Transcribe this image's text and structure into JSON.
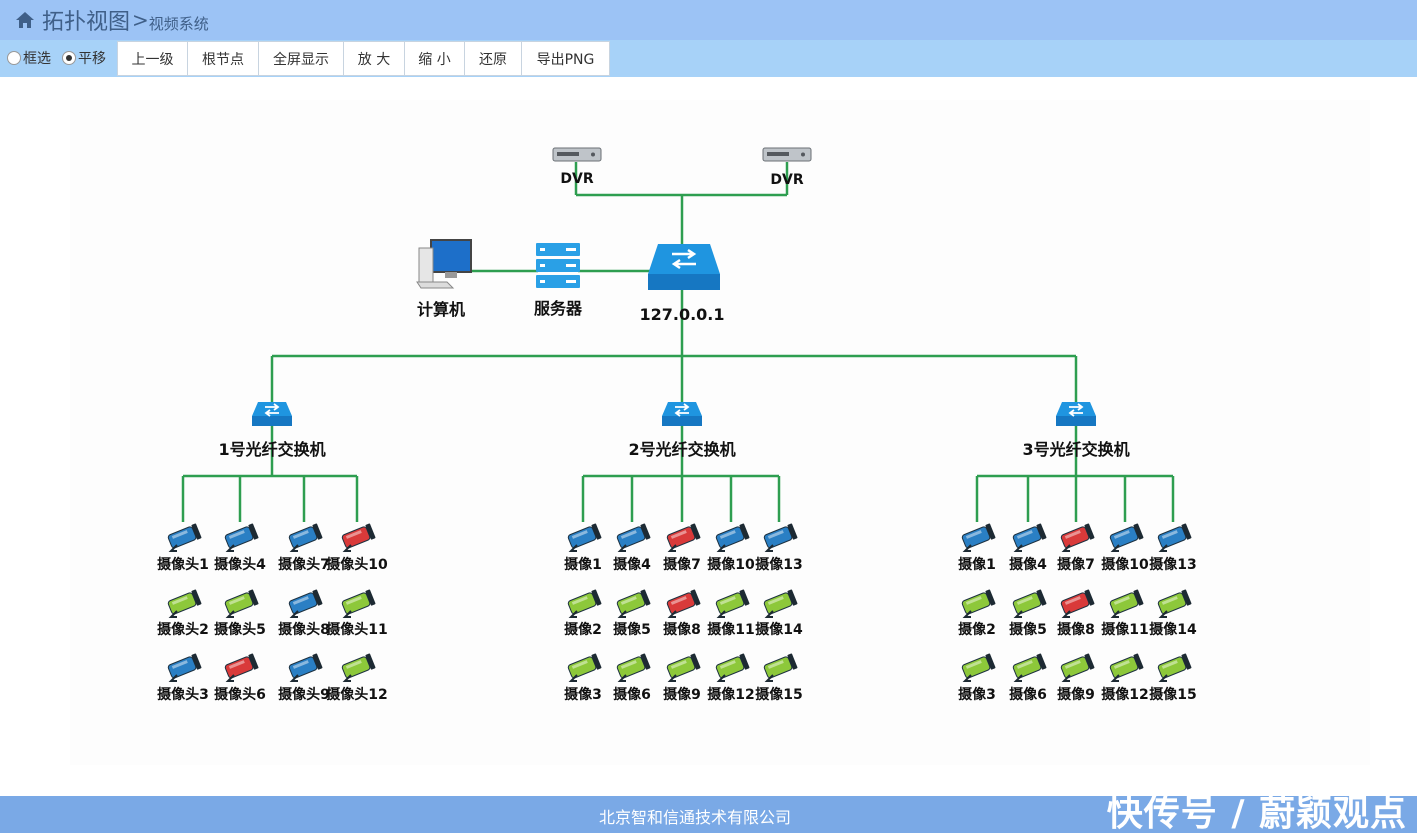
{
  "header": {
    "icon": "home-icon",
    "title": "拓扑视图",
    "separator": ">",
    "subtitle": "视频系统"
  },
  "toolbar": {
    "modes": [
      {
        "label": "框选",
        "checked": false
      },
      {
        "label": "平移",
        "checked": true
      }
    ],
    "buttons": [
      "上一级",
      "根节点",
      "全屏显示",
      "放 大",
      "缩 小",
      "还原",
      "导出PNG"
    ]
  },
  "topology": {
    "dvrs": [
      "DVR",
      "DVR"
    ],
    "computer": "计算机",
    "server": "服务器",
    "core_switch": "127.0.0.1",
    "switches": [
      {
        "label": "1号光纤交换机",
        "cameras": [
          {
            "label": "摄像头1",
            "status": "blue"
          },
          {
            "label": "摄像头2",
            "status": "green"
          },
          {
            "label": "摄像头3",
            "status": "blue"
          },
          {
            "label": "摄像头4",
            "status": "blue"
          },
          {
            "label": "摄像头5",
            "status": "green"
          },
          {
            "label": "摄像头6",
            "status": "red"
          },
          {
            "label": "摄像头7",
            "status": "blue"
          },
          {
            "label": "摄像头8",
            "status": "blue"
          },
          {
            "label": "摄像头9",
            "status": "blue"
          },
          {
            "label": "摄像头10",
            "status": "red"
          },
          {
            "label": "摄像头11",
            "status": "green"
          },
          {
            "label": "摄像头12",
            "status": "green"
          }
        ]
      },
      {
        "label": "2号光纤交换机",
        "cameras": [
          {
            "label": "摄像1",
            "status": "blue"
          },
          {
            "label": "摄像2",
            "status": "green"
          },
          {
            "label": "摄像3",
            "status": "green"
          },
          {
            "label": "摄像4",
            "status": "blue"
          },
          {
            "label": "摄像5",
            "status": "green"
          },
          {
            "label": "摄像6",
            "status": "green"
          },
          {
            "label": "摄像7",
            "status": "red"
          },
          {
            "label": "摄像8",
            "status": "red"
          },
          {
            "label": "摄像9",
            "status": "green"
          },
          {
            "label": "摄像10",
            "status": "blue"
          },
          {
            "label": "摄像11",
            "status": "green"
          },
          {
            "label": "摄像12",
            "status": "green"
          },
          {
            "label": "摄像13",
            "status": "blue"
          },
          {
            "label": "摄像14",
            "status": "green"
          },
          {
            "label": "摄像15",
            "status": "green"
          }
        ]
      },
      {
        "label": "3号光纤交换机",
        "cameras": [
          {
            "label": "摄像1",
            "status": "blue"
          },
          {
            "label": "摄像2",
            "status": "green"
          },
          {
            "label": "摄像3",
            "status": "green"
          },
          {
            "label": "摄像4",
            "status": "blue"
          },
          {
            "label": "摄像5",
            "status": "green"
          },
          {
            "label": "摄像6",
            "status": "green"
          },
          {
            "label": "摄像7",
            "status": "red"
          },
          {
            "label": "摄像8",
            "status": "red"
          },
          {
            "label": "摄像9",
            "status": "green"
          },
          {
            "label": "摄像10",
            "status": "blue"
          },
          {
            "label": "摄像11",
            "status": "green"
          },
          {
            "label": "摄像12",
            "status": "green"
          },
          {
            "label": "摄像13",
            "status": "blue"
          },
          {
            "label": "摄像14",
            "status": "green"
          },
          {
            "label": "摄像15",
            "status": "green"
          }
        ]
      }
    ],
    "colors": {
      "link": "#2e9e50",
      "camera_blue": "#2a7fc4",
      "camera_green": "#8dc83a",
      "camera_red": "#d93a3a",
      "device_blue": "#2aa0e6"
    }
  },
  "footer": {
    "company": "北京智和信通技术有限公司",
    "watermark": "快传号 / 蔚颖观点"
  }
}
